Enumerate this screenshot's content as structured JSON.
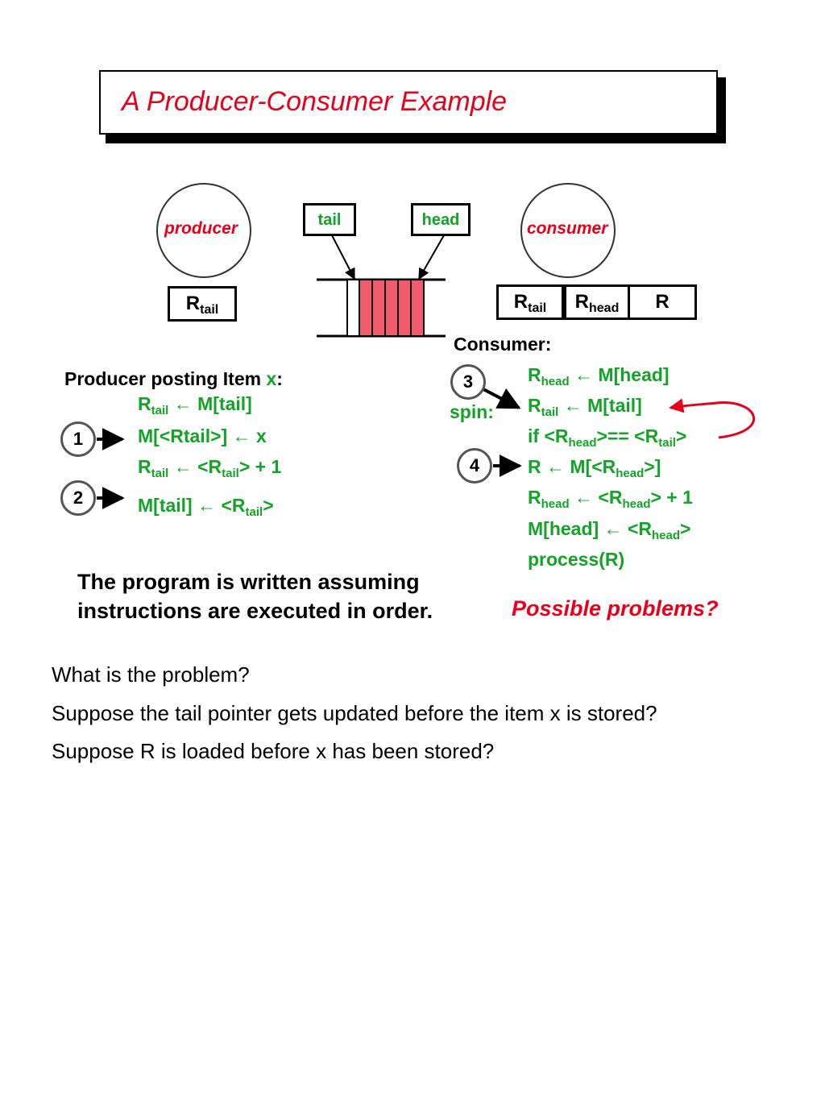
{
  "title": "A Producer-Consumer Example",
  "producer_label": "producer",
  "consumer_label": "consumer",
  "tail_ptr": "tail",
  "head_ptr": "head",
  "reg_R": "R",
  "reg_tail_sub": "tail",
  "reg_head_sub": "head",
  "consumer_heading": "Consumer:",
  "producer_heading_pre": "Producer posting Item ",
  "producer_heading_x": "x",
  "producer_heading_post": ":",
  "spin_label": "spin:",
  "steps": [
    "1",
    "2",
    "3",
    "4"
  ],
  "producer_code": {
    "l1_rest": " ← M[tail]",
    "l2": "M[<Rtail>] ← x",
    "l3_mid": " ← <R",
    "l3_end": "> + 1",
    "l4_pre": "M[tail] ← <R",
    "l4_end": ">"
  },
  "consumer_code": {
    "l1_rest": " ← M[head]",
    "l2_rest": " ← M[tail]",
    "l3_pre": "if <R",
    "l3_mid": ">== <R",
    "l3_end": ">",
    "l4_pre": "R ← M[<R",
    "l4_end": ">]",
    "l5_mid": " ← <R",
    "l5_end": "> + 1",
    "l6_pre": "M[head] ← <R",
    "l6_end": ">",
    "l7": "process(R)"
  },
  "note_line1": "The program is written assuming",
  "note_line2": "instructions are executed in order.",
  "possible_problems": "Possible problems?",
  "questions": [
    "What is the problem?",
    "Suppose the tail pointer gets updated before the item x is stored?",
    "Suppose R is loaded before x has been stored?"
  ],
  "colors": {
    "title": "#e8001b",
    "code": "#13a327",
    "queue_fill": "#f25a6e"
  }
}
